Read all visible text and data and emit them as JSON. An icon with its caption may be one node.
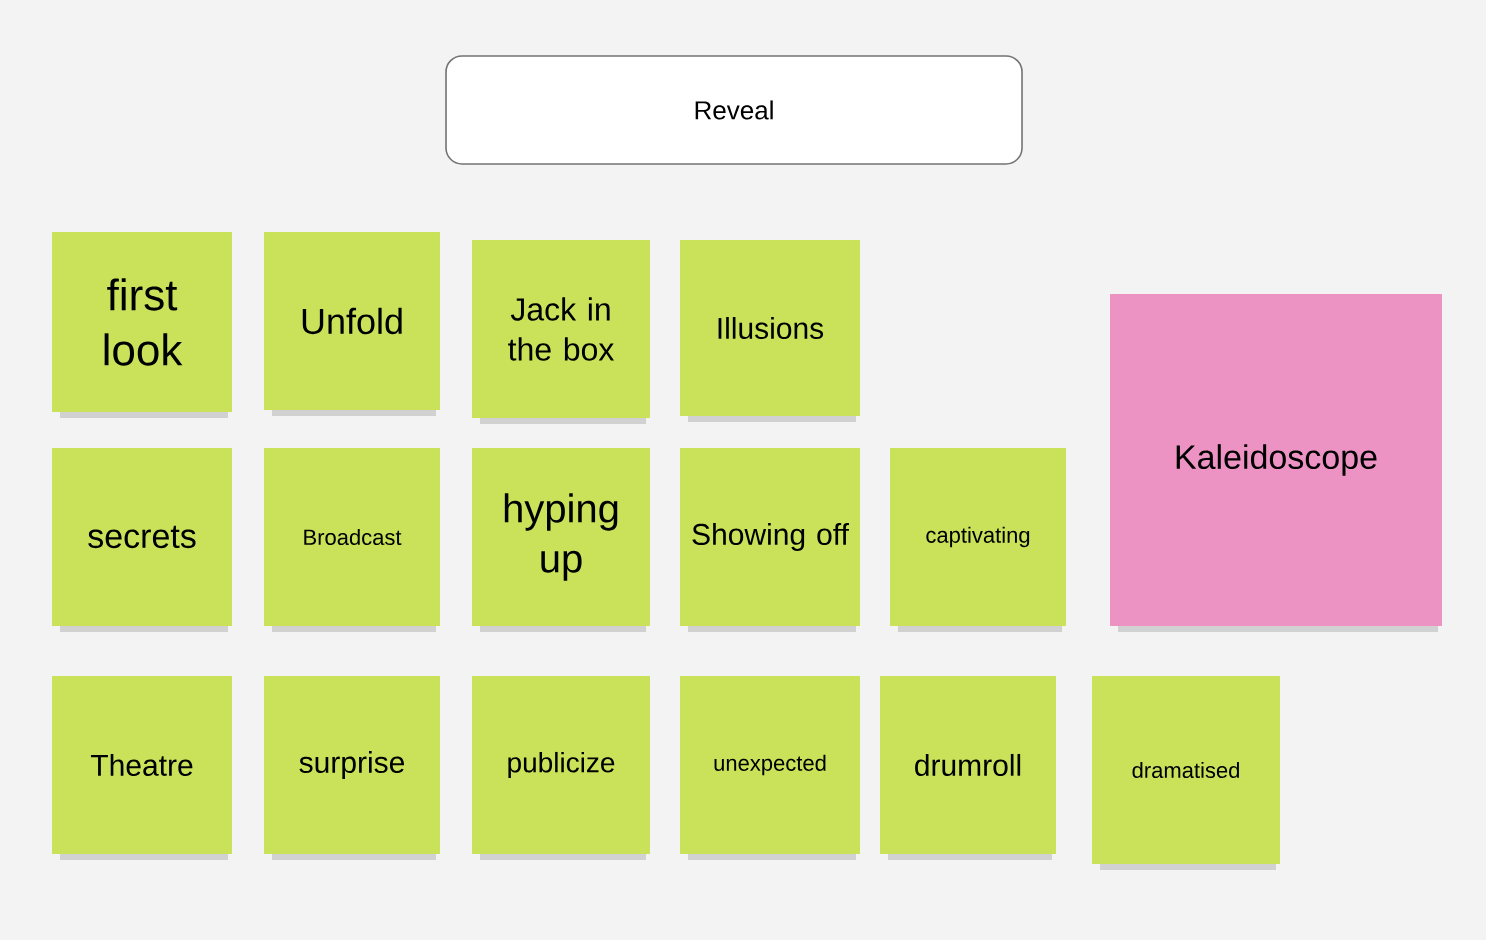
{
  "diagram": {
    "nodes": [
      {
        "text": [
          "Reveal"
        ]
      },
      {
        "text": [
          "first look"
        ]
      },
      {
        "text": [
          "Unfold"
        ]
      },
      {
        "text": [
          "Jack in the box"
        ]
      },
      {
        "text": [
          "Illusions"
        ]
      },
      {
        "text": [
          "secrets"
        ]
      },
      {
        "text": [
          "Broadcast"
        ]
      },
      {
        "text": [
          "hyping up"
        ]
      },
      {
        "text": [
          "Showing off"
        ]
      },
      {
        "text": [
          "captivating"
        ]
      },
      {
        "text": [
          "Kaleidoscope"
        ]
      },
      {
        "text": [
          "Theatre"
        ]
      },
      {
        "text": [
          "surprise"
        ]
      },
      {
        "text": [
          "publicize"
        ]
      },
      {
        "text": [
          "unexpected"
        ]
      },
      {
        "text": [
          "drumroll"
        ]
      },
      {
        "text": [
          "dramatised"
        ]
      }
    ]
  }
}
